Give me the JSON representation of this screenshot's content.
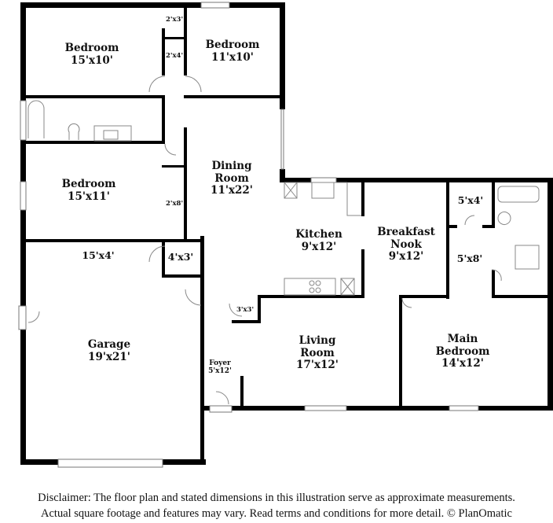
{
  "rooms": {
    "bedroom_nw": {
      "name": "Bedroom",
      "size": "15'x10'"
    },
    "closet_a": {
      "size": "2'x3'"
    },
    "closet_b": {
      "size": "2'x4'"
    },
    "bedroom_n": {
      "name": "Bedroom",
      "size": "11'x10'"
    },
    "bedroom_w": {
      "name": "Bedroom",
      "size": "15'x11'"
    },
    "closet_c": {
      "size": "2'x8'"
    },
    "dining": {
      "name": "Dining",
      "name2": "Room",
      "size": "11'x22'"
    },
    "kitchen": {
      "name": "Kitchen",
      "size": "9'x12'"
    },
    "nook": {
      "name": "Breakfast",
      "name2": "Nook",
      "size": "9'x12'"
    },
    "closet_d": {
      "size": "5'x4'"
    },
    "closet_e": {
      "size": "5'x8'"
    },
    "storage": {
      "size": "15'x4'"
    },
    "closet_f": {
      "size": "4'x3'"
    },
    "closet_g": {
      "size": "3'x3'"
    },
    "garage": {
      "name": "Garage",
      "size": "19'x21'"
    },
    "foyer": {
      "name": "Foyer",
      "size": "5'x12'"
    },
    "living": {
      "name": "Living",
      "name2": "Room",
      "size": "17'x12'"
    },
    "main_bedroom": {
      "name": "Main",
      "name2": "Bedroom",
      "size": "14'x12'"
    }
  },
  "disclaimer": {
    "line1": "Disclaimer: The floor plan and stated dimensions in this illustration serve as approximate measurements.",
    "line2": "Actual square footage and features may vary. Read terms and conditions for more detail. © PlanOmatic"
  },
  "colors": {
    "wall": "#000000",
    "fixture": "#888888",
    "background": "#ffffff"
  }
}
